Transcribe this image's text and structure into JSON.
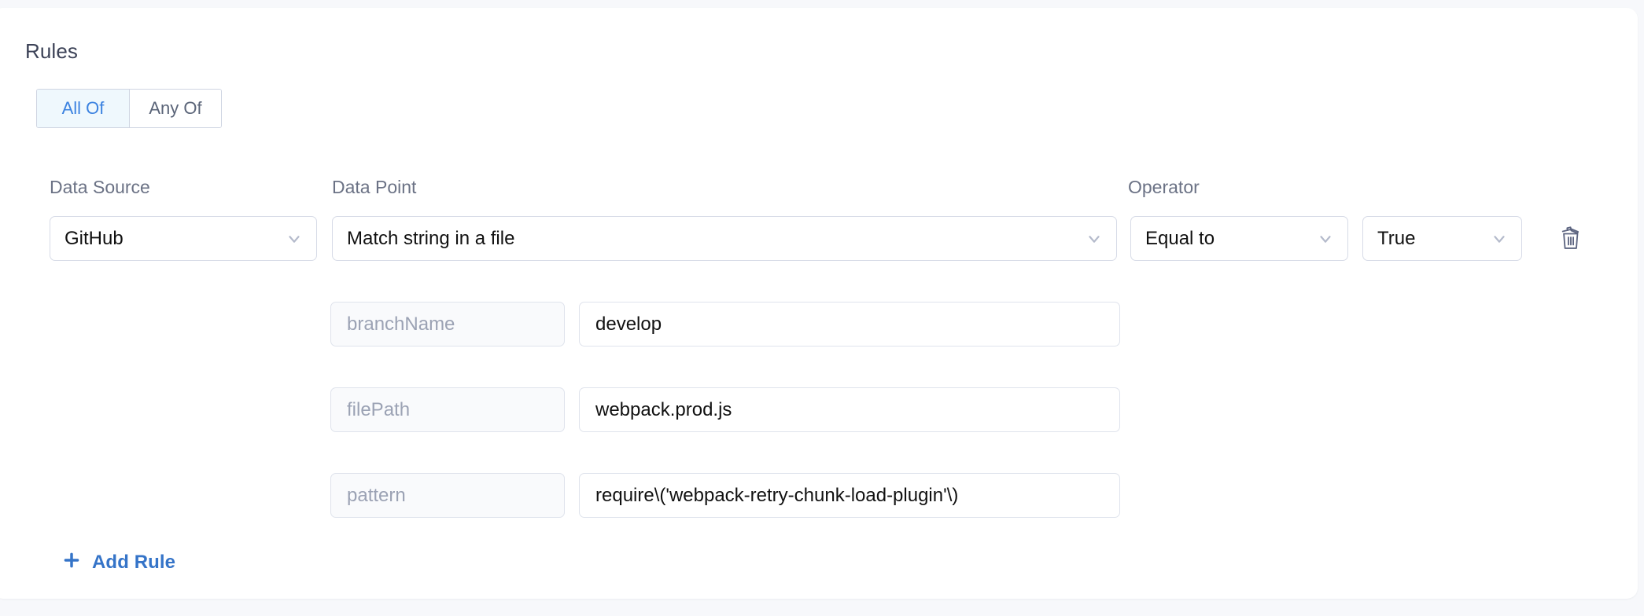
{
  "card": {
    "title": "Rules"
  },
  "match_toggle": {
    "options": [
      {
        "label": "All Of",
        "active": true
      },
      {
        "label": "Any Of",
        "active": false
      }
    ]
  },
  "columns": {
    "data_source": "Data Source",
    "data_point": "Data Point",
    "operator": "Operator"
  },
  "rule": {
    "data_source": {
      "value": "GitHub",
      "icon": "chevron-down-icon"
    },
    "data_point": {
      "value": "Match string in a file",
      "icon": "chevron-down-icon"
    },
    "operator": {
      "value": "Equal to",
      "icon": "chevron-down-icon"
    },
    "comparison_value": {
      "value": "True",
      "icon": "chevron-down-icon"
    },
    "delete": {
      "icon": "trash-icon"
    },
    "parameters": [
      {
        "key": "branchName",
        "value": "develop"
      },
      {
        "key": "filePath",
        "value": "webpack.prod.js"
      },
      {
        "key": "pattern",
        "value": "require\\('webpack-retry-chunk-load-plugin'\\)"
      }
    ]
  },
  "add_rule": {
    "icon": "plus-icon",
    "label": "Add Rule"
  },
  "colors": {
    "page_background": "#f7f8fb",
    "card_background": "#ffffff",
    "accent_blue": "#3574c8",
    "toggle_active_bg": "#eff8fd",
    "toggle_active_text": "#3b82e0",
    "label_gray": "#6b7285",
    "placeholder_gray": "#9ba2b4",
    "border_gray": "#d7dbe7",
    "param_key_bg": "#f9fafc"
  }
}
